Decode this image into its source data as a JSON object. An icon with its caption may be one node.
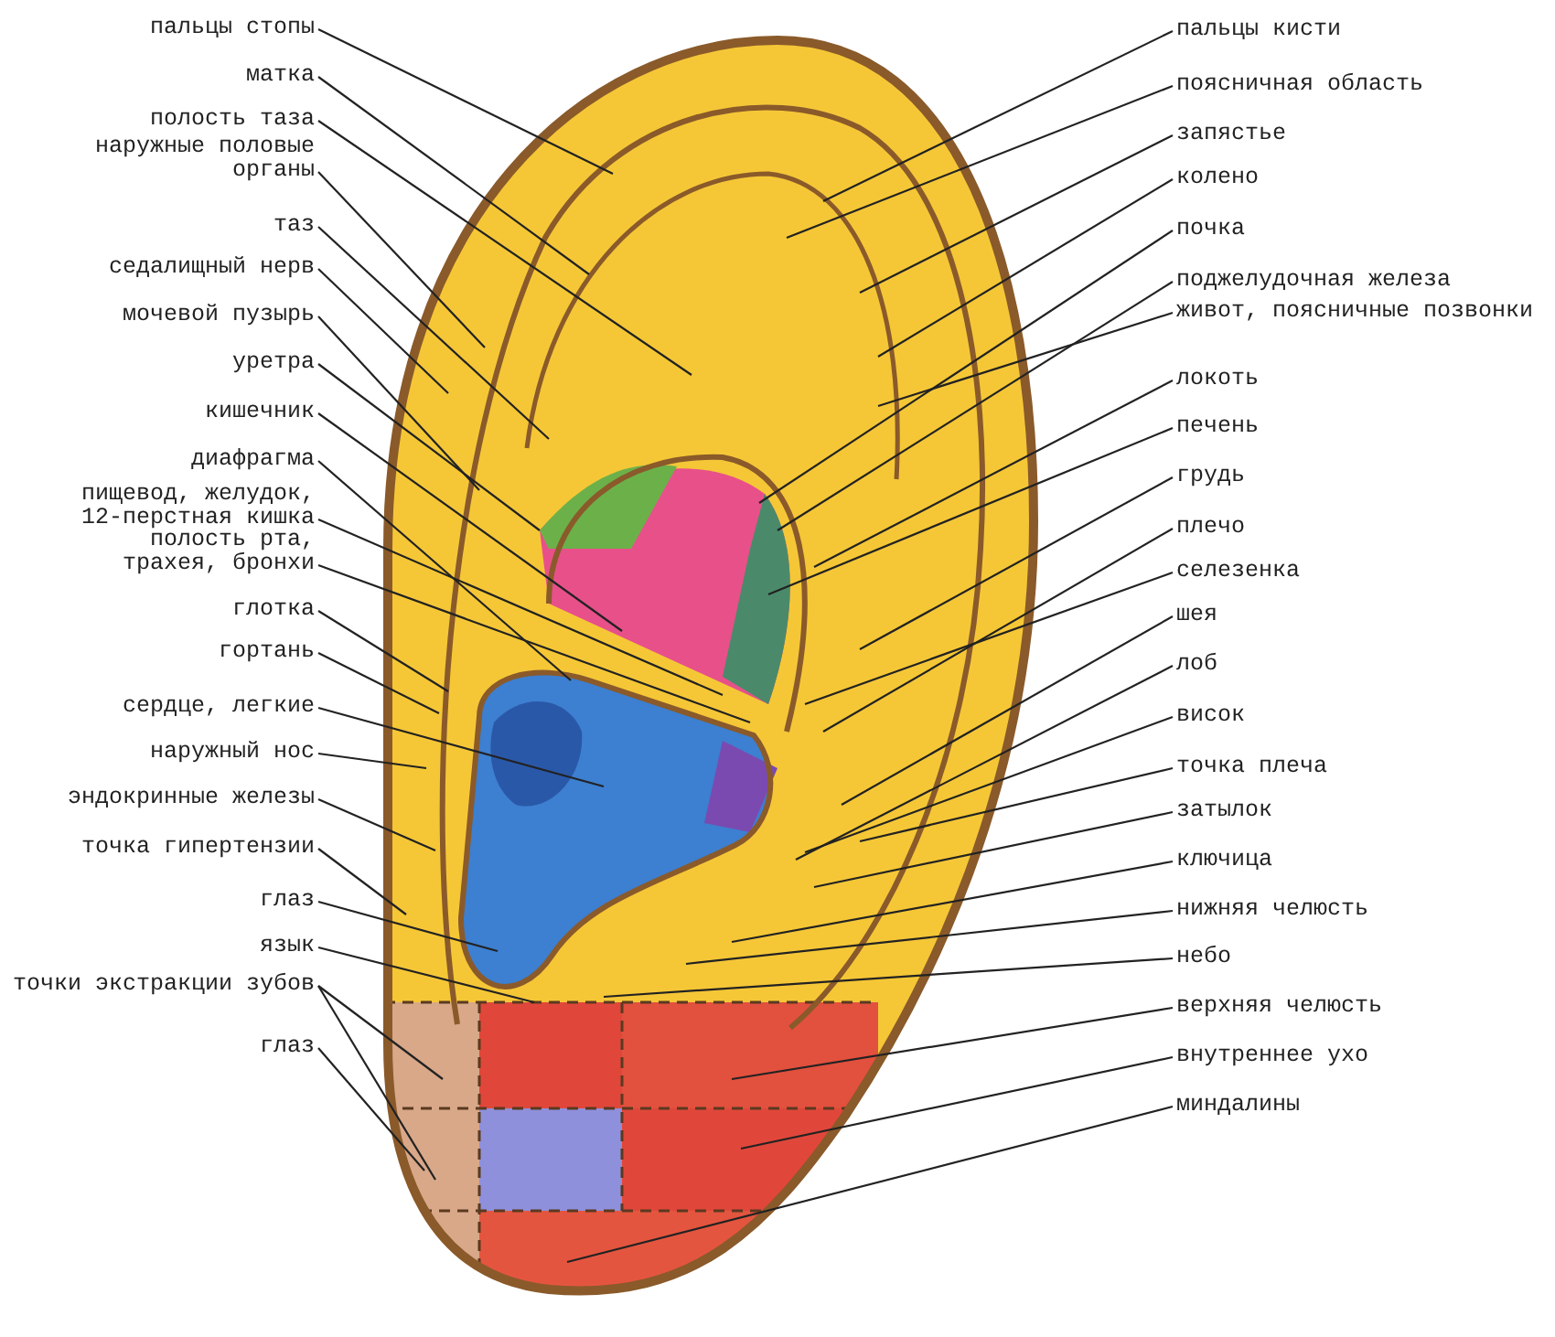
{
  "diagram": {
    "nodes": [
      {
        "text": [
          "пальцы стопы"
        ]
      },
      {
        "text": [
          "матка"
        ]
      },
      {
        "text": [
          "полость таза"
        ]
      },
      {
        "text": [
          "наружные половые органы"
        ]
      },
      {
        "text": [
          "таз"
        ]
      },
      {
        "text": [
          "седалищный нерв"
        ]
      },
      {
        "text": [
          "мочевой пузырь"
        ]
      },
      {
        "text": [
          "уретра"
        ]
      },
      {
        "text": [
          "кишечник"
        ]
      },
      {
        "text": [
          "диафрагма"
        ]
      },
      {
        "text": [
          "пищевод, желудок, 12-перстная кишка"
        ]
      },
      {
        "text": [
          "полость рта, трахея, бронхи"
        ]
      },
      {
        "text": [
          "глотка"
        ]
      },
      {
        "text": [
          "гортань"
        ]
      },
      {
        "text": [
          "сердце, легкие"
        ]
      },
      {
        "text": [
          "наружный нос"
        ]
      },
      {
        "text": [
          "эндокринные железы"
        ]
      },
      {
        "text": [
          "точка гипертензии"
        ]
      },
      {
        "text": [
          "глаз"
        ]
      },
      {
        "text": [
          "язык"
        ]
      },
      {
        "text": [
          "точки экстракции зубов"
        ]
      },
      {
        "text": [
          "глаз"
        ]
      },
      {
        "text": [
          "пальцы кисти"
        ]
      },
      {
        "text": [
          "поясничная область"
        ]
      },
      {
        "text": [
          "запястье"
        ]
      },
      {
        "text": [
          "колено"
        ]
      },
      {
        "text": [
          "почка"
        ]
      },
      {
        "text": [
          "поджелудочная железа"
        ]
      },
      {
        "text": [
          "живот, поясничные позвонки"
        ]
      },
      {
        "text": [
          "локоть"
        ]
      },
      {
        "text": [
          "печень"
        ]
      },
      {
        "text": [
          "грудь"
        ]
      },
      {
        "text": [
          "плечо"
        ]
      },
      {
        "text": [
          "селезенка"
        ]
      },
      {
        "text": [
          "шея"
        ]
      },
      {
        "text": [
          "лоб"
        ]
      },
      {
        "text": [
          "висок"
        ]
      },
      {
        "text": [
          "точка плеча"
        ]
      },
      {
        "text": [
          "затылок"
        ]
      },
      {
        "text": [
          "ключица"
        ]
      },
      {
        "text": [
          "нижняя челюсть"
        ]
      },
      {
        "text": [
          "небо"
        ]
      },
      {
        "text": [
          "верхняя челюсть"
        ]
      },
      {
        "text": [
          "внутреннее ухо"
        ]
      },
      {
        "text": [
          "миндалины"
        ]
      }
    ],
    "edges": [
      {
        "from": 0,
        "to": null,
        "arrow": "none"
      },
      {
        "from": 1,
        "to": null,
        "arrow": "none"
      },
      {
        "from": 2,
        "to": null,
        "arrow": "none"
      },
      {
        "from": 3,
        "to": null,
        "arrow": "none"
      },
      {
        "from": 4,
        "to": null,
        "arrow": "none"
      },
      {
        "from": 5,
        "to": null,
        "arrow": "none"
      },
      {
        "from": 6,
        "to": null,
        "arrow": "none"
      },
      {
        "from": 7,
        "to": null,
        "arrow": "none"
      },
      {
        "from": 8,
        "to": null,
        "arrow": "none"
      },
      {
        "from": 9,
        "to": null,
        "arrow": "none"
      },
      {
        "from": 10,
        "to": null,
        "arrow": "none"
      },
      {
        "from": 11,
        "to": null,
        "arrow": "none"
      },
      {
        "from": 12,
        "to": null,
        "arrow": "none"
      },
      {
        "from": 13,
        "to": null,
        "arrow": "none"
      },
      {
        "from": 14,
        "to": null,
        "arrow": "none"
      },
      {
        "from": 15,
        "to": null,
        "arrow": "none"
      },
      {
        "from": 16,
        "to": null,
        "arrow": "none"
      },
      {
        "from": 17,
        "to": null,
        "arrow": "none"
      },
      {
        "from": 18,
        "to": null,
        "arrow": "none"
      },
      {
        "from": 19,
        "to": null,
        "arrow": "none"
      },
      {
        "from": 20,
        "to": null,
        "arrow": "none"
      },
      {
        "from": 20,
        "to": null,
        "arrow": "none"
      },
      {
        "from": 21,
        "to": null,
        "arrow": "none"
      },
      {
        "from": 22,
        "to": null,
        "arrow": "none"
      },
      {
        "from": 23,
        "to": null,
        "arrow": "none"
      },
      {
        "from": 24,
        "to": null,
        "arrow": "none"
      },
      {
        "from": 25,
        "to": null,
        "arrow": "none"
      },
      {
        "from": 26,
        "to": null,
        "arrow": "none"
      },
      {
        "from": 27,
        "to": null,
        "arrow": "none"
      },
      {
        "from": 28,
        "to": null,
        "arrow": "none"
      },
      {
        "from": 29,
        "to": null,
        "arrow": "none"
      },
      {
        "from": 30,
        "to": null,
        "arrow": "none"
      },
      {
        "from": 31,
        "to": null,
        "arrow": "none"
      },
      {
        "from": 32,
        "to": null,
        "arrow": "none"
      },
      {
        "from": 33,
        "to": null,
        "arrow": "none"
      },
      {
        "from": 34,
        "to": null,
        "arrow": "none"
      },
      {
        "from": 35,
        "to": null,
        "arrow": "none"
      },
      {
        "from": 36,
        "to": null,
        "arrow": "none"
      },
      {
        "from": 37,
        "to": null,
        "arrow": "none"
      },
      {
        "from": 38,
        "to": null,
        "arrow": "none"
      },
      {
        "from": 39,
        "to": null,
        "arrow": "none"
      },
      {
        "from": 40,
        "to": null,
        "arrow": "none"
      },
      {
        "from": 41,
        "to": null,
        "arrow": "none"
      },
      {
        "from": 42,
        "to": null,
        "arrow": "none"
      },
      {
        "from": 43,
        "to": null,
        "arrow": "none"
      },
      {
        "from": 44,
        "to": null,
        "arrow": "none"
      }
    ]
  }
}
